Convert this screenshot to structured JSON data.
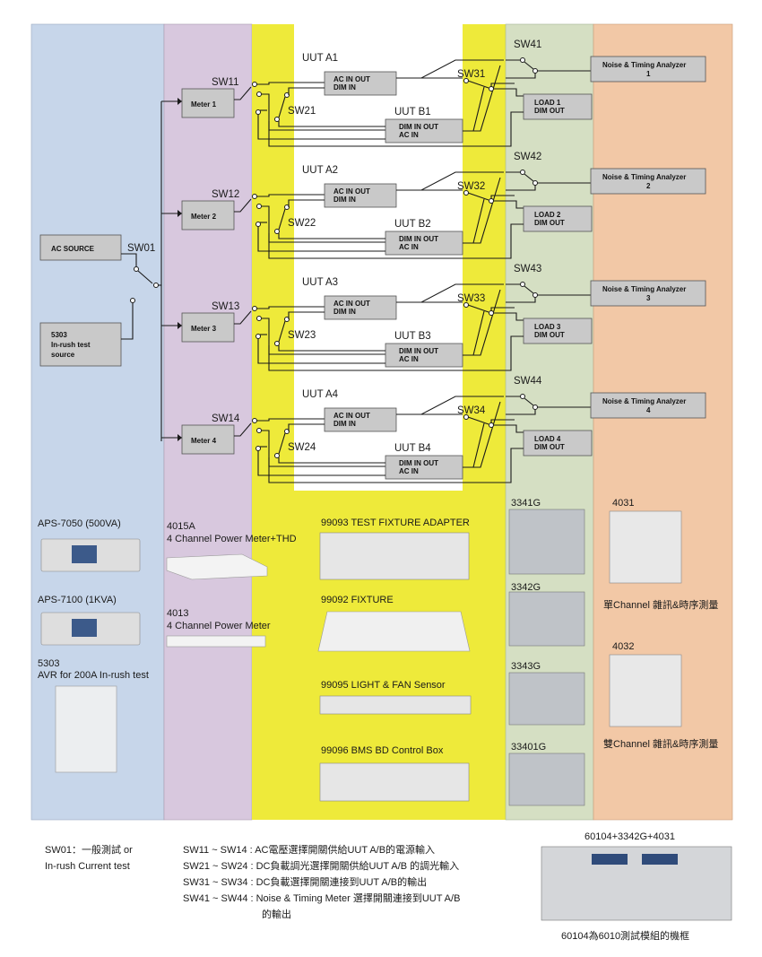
{
  "colors": {
    "meter_band": "#c7d6ea",
    "power_meter_band": "#d8c8de",
    "fixture_band": "#eeea3a",
    "load_band": "#d5dfc3",
    "analyzer_band": "#f2c8a6",
    "box_fill": "#c9c9c9"
  },
  "source": {
    "ac_source": "AC SOURCE",
    "sw01": "SW01",
    "inrush_source": [
      "5303",
      "In-rush test",
      "source"
    ]
  },
  "channels": [
    {
      "meter": "Meter 1",
      "sw_meter": "SW11",
      "sw_dim": "SW21",
      "uut_a": "UUT A1",
      "uut_b": "UUT B1",
      "sw_load": "SW31",
      "sw_noise": "SW41",
      "analyzer": [
        "Noise & Timing Analyzer",
        "1"
      ],
      "load": [
        "LOAD 1",
        "DIM OUT"
      ]
    },
    {
      "meter": "Meter 2",
      "sw_meter": "SW12",
      "sw_dim": "SW22",
      "uut_a": "UUT A2",
      "uut_b": "UUT B2",
      "sw_load": "SW32",
      "sw_noise": "SW42",
      "analyzer": [
        "Noise & Timing Analyzer",
        "2"
      ],
      "load": [
        "LOAD 2",
        "DIM OUT"
      ]
    },
    {
      "meter": "Meter 3",
      "sw_meter": "SW13",
      "sw_dim": "SW23",
      "uut_a": "UUT A3",
      "uut_b": "UUT B3",
      "sw_load": "SW33",
      "sw_noise": "SW43",
      "analyzer": [
        "Noise & Timing Analyzer",
        "3"
      ],
      "load": [
        "LOAD 3",
        "DIM OUT"
      ]
    },
    {
      "meter": "Meter 4",
      "sw_meter": "SW14",
      "sw_dim": "SW24",
      "uut_a": "UUT A4",
      "uut_b": "UUT B4",
      "sw_load": "SW34",
      "sw_noise": "SW44",
      "analyzer": [
        "Noise & Timing Analyzer",
        "4"
      ],
      "load": [
        "LOAD 4",
        "DIM OUT"
      ]
    }
  ],
  "uut_box": {
    "a_line1": "AC IN     OUT",
    "a_line2": "DIM IN",
    "b_line1": "DIM IN     OUT",
    "b_line2": "AC IN"
  },
  "products": {
    "aps7050": "APS-7050 (500VA)",
    "aps7100": "APS-7100 (1KVA)",
    "avr_5303": [
      "5303",
      "AVR for 200A In-rush test"
    ],
    "pm4015a": [
      "4015A",
      "4 Channel Power Meter+THD"
    ],
    "pm4013": [
      "4013",
      "4 Channel Power Meter"
    ],
    "fx99093": "99093 TEST FIXTURE ADAPTER",
    "fx99092": "99092 FIXTURE",
    "fx99095": "99095 LIGHT & FAN Sensor",
    "fx99096": "99096 BMS BD Control Box",
    "ld3341g": "3341G",
    "ld3342g": "3342G",
    "ld3343g": "3343G",
    "ld33401g": "33401G",
    "na4031": "4031",
    "na4031_desc": "單Channel 雜訊&時序測量",
    "na4032": "4032",
    "na4032_desc": "雙Channel 雜訊&時序測量"
  },
  "notes": {
    "sw01": [
      "SW01：一般測試 or",
      "In-rush Current test"
    ],
    "sw1x": "SW11 ~ SW14 : AC電壓選擇開關供給UUT A/B的電源輸入",
    "sw2x": "SW21 ~ SW24 : DC負載調光選擇開關供給UUT A/B 的調光輸入",
    "sw3x": "SW31 ~ SW34 : DC負載選擇開關連接到UUT A/B的輸出",
    "sw4x": [
      "SW41 ~ SW44 : Noise & Timing Meter 選擇開關連接到UUT A/B",
      "的輸出"
    ],
    "frame_title": "60104+3342G+4031",
    "frame_caption": "60104為6010測試模組的機框"
  }
}
